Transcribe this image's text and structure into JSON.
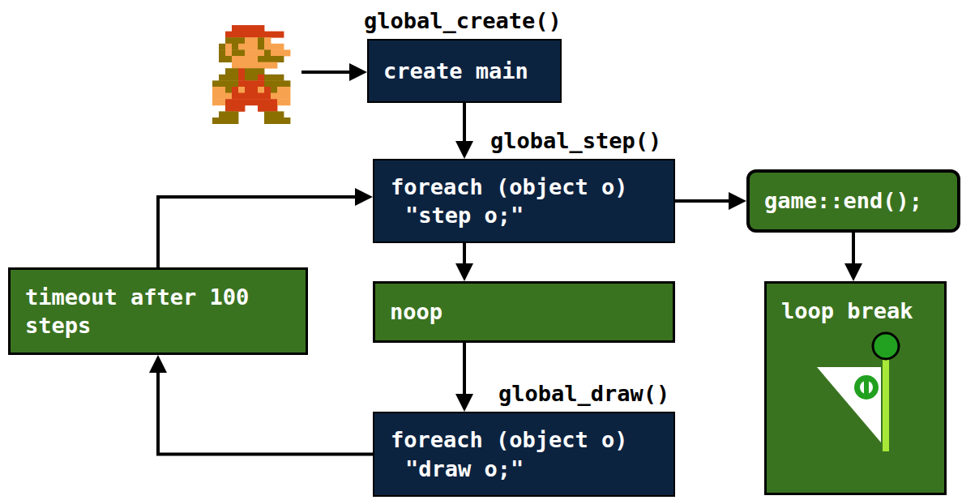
{
  "diagram": {
    "nodes": [
      {
        "text": [
          "global_create()",
          "create main"
        ]
      },
      {
        "text": [
          "global_step()",
          "foreach (object o) \"step o;\""
        ]
      },
      {
        "text": [
          "game::end();"
        ]
      },
      {
        "text": [
          "noop"
        ]
      },
      {
        "text": [
          "timeout after 100 steps"
        ]
      },
      {
        "text": [
          "global_draw()",
          "foreach (object o) \"draw o;\""
        ]
      },
      {
        "text": [
          "loop break"
        ]
      }
    ],
    "edges": [
      {
        "from": 0,
        "to": 1,
        "arrow": "to"
      },
      {
        "from": 1,
        "to": 2,
        "arrow": "to"
      },
      {
        "from": 1,
        "to": 3,
        "arrow": "to"
      },
      {
        "from": 3,
        "to": 5,
        "arrow": "to"
      },
      {
        "from": 5,
        "to": 4,
        "arrow": "to"
      },
      {
        "from": 4,
        "to": 1,
        "arrow": "to"
      },
      {
        "from": 2,
        "to": 6,
        "arrow": "to"
      }
    ]
  }
}
